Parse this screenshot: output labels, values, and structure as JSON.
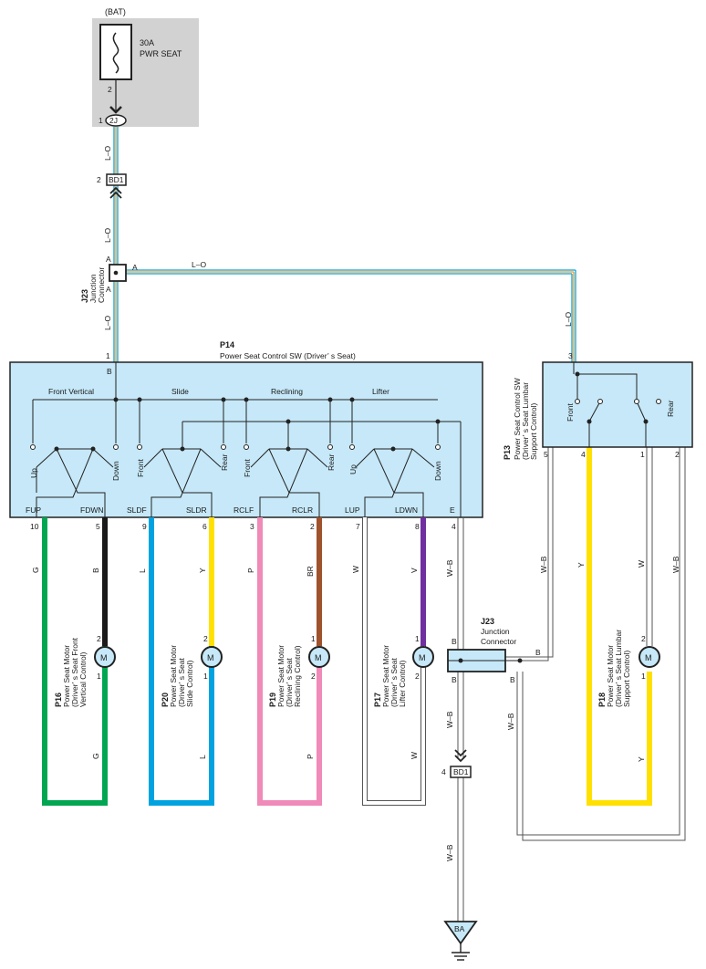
{
  "battery": {
    "label": "(BAT)"
  },
  "fuse": {
    "rating": "30A",
    "name": "PWR SEAT",
    "pin_top": "2"
  },
  "connector_2J": {
    "label": "2J",
    "pin": "1"
  },
  "connector_BD1_top": {
    "label": "BD1",
    "pin": "2"
  },
  "connector_BD1_bottom": {
    "label": "BD1",
    "pin": "4"
  },
  "junction_J23_top": {
    "code": "J23",
    "name_line1": "Junction",
    "name_line2": "Connector",
    "pin_in": "A",
    "pin_out": "A",
    "pin_right": "A",
    "pin_bottom": "A"
  },
  "junction_J23_bottom": {
    "code": "J23",
    "name_line1": "Junction",
    "name_line2": "Connector",
    "pin_left": "B",
    "pin_right": "B",
    "pin_bottom_left": "B",
    "pin_bottom_right": "B"
  },
  "ground": {
    "label": "BA"
  },
  "wire_colors": {
    "l_o_1": "L–O",
    "l_o_2": "L–O",
    "l_o_3": "L–O",
    "l_o_4": "L–O",
    "l_o_5": "L–O",
    "g_top": "G",
    "b_top": "B",
    "l_top": "L",
    "y_top": "Y",
    "p_top": "P",
    "br_top": "BR",
    "w_top": "W",
    "v_top": "V",
    "wb_1": "W–B",
    "g_bot": "G",
    "l_bot": "L",
    "p_bot": "P",
    "w_bot": "W",
    "wb_2": "W–B",
    "wb_3": "W–B",
    "wb_4": "W–B",
    "wb_p13": "W–B",
    "y_p13": "Y",
    "w_p13": "W",
    "wb_p13r": "W–B",
    "y_p18": "Y",
    "wb_j23": "W–B"
  },
  "p14": {
    "code": "P14",
    "name": "Power Seat Control SW (Driver’ s Seat)",
    "pin_b": "B",
    "pin_top": "1",
    "groups": {
      "front_vertical": "Front Vertical",
      "slide": "Slide",
      "reclining": "Reclining",
      "lifter": "Lifter"
    },
    "switch_labels": {
      "up1": "Up",
      "down1": "Down",
      "front1": "Front",
      "rear1": "Rear",
      "front2": "Front",
      "rear2": "Rear",
      "up2": "Up",
      "down2": "Down"
    },
    "terminals": [
      "FUP",
      "FDWN",
      "SLDF",
      "SLDR",
      "RCLF",
      "RCLR",
      "LUP",
      "LDWN",
      "E"
    ],
    "pins": [
      "10",
      "5",
      "9",
      "6",
      "3",
      "2",
      "7",
      "8",
      "4"
    ]
  },
  "p13": {
    "code": "P13",
    "name_line1": "Power Seat Control SW",
    "name_line2": "(Driver’ s Seat Lumbar",
    "name_line3": "Support Control)",
    "pin_top": "3",
    "switch_front": "Front",
    "switch_rear": "Rear",
    "pins": [
      "5",
      "4",
      "1",
      "2"
    ]
  },
  "motors": [
    {
      "code": "P16",
      "line1": "Power Seat Motor",
      "line2": "(Driver’ s Seat Front",
      "line3": "Vertical Control)",
      "symbol": "M",
      "pin_top": "2",
      "pin_bot": "1"
    },
    {
      "code": "P20",
      "line1": "Power Seat Motor",
      "line2": "(Driver’ s Seat",
      "line3": "Slide Control)",
      "symbol": "M",
      "pin_top": "2",
      "pin_bot": "1"
    },
    {
      "code": "P19",
      "line1": "Power Seat Motor",
      "line2": "(Driver’ s Seat",
      "line3": "Reclining Control)",
      "symbol": "M",
      "pin_top": "1",
      "pin_bot": "2"
    },
    {
      "code": "P17",
      "line1": "Power Seat Motor",
      "line2": "(Driver’ s Seat",
      "line3": "Lifter Control)",
      "symbol": "M",
      "pin_top": "1",
      "pin_bot": "2"
    },
    {
      "code": "P18",
      "line1": "Power Seat Motor",
      "line2": "(Driver’ s Seat Lumbar",
      "line3": "Support Control)",
      "symbol": "M",
      "pin_top": "2",
      "pin_bot": "1"
    }
  ],
  "colors": {
    "panel": "#c6e8f8",
    "fuse_bg": "#d2d2d2",
    "green": "#00a651",
    "black": "#1a1a1a",
    "blue": "#00a3e0",
    "yellow": "#ffe000",
    "pink": "#f08ab8",
    "brown": "#a0522d",
    "violet": "#7030a0",
    "orange": "#f7941d",
    "white_wire": "#ffffff"
  }
}
